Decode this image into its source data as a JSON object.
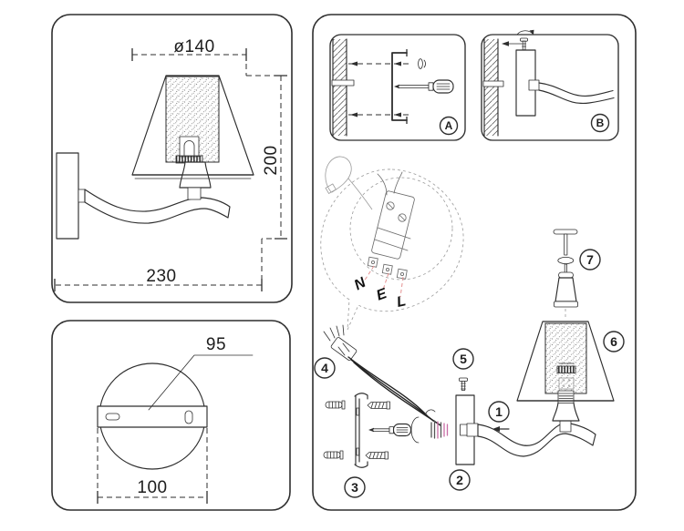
{
  "colors": {
    "ink": "#2e2e2e",
    "faint": "#9a9a9a",
    "leader": "#e59090",
    "accent": "#c96da6"
  },
  "side_view": {
    "diameter": "ø140",
    "height": "200",
    "depth": "230"
  },
  "backplate": {
    "hole_spacing": "95",
    "width": "100"
  },
  "steps": {
    "a": "A",
    "b": "B"
  },
  "wiring": {
    "neutral": "N",
    "earth": "E",
    "live": "L"
  },
  "parts": {
    "arm": "1",
    "wall_plate": "2",
    "bracket": "3",
    "connector": "4",
    "screw": "5",
    "shade": "6",
    "finial": "7"
  }
}
